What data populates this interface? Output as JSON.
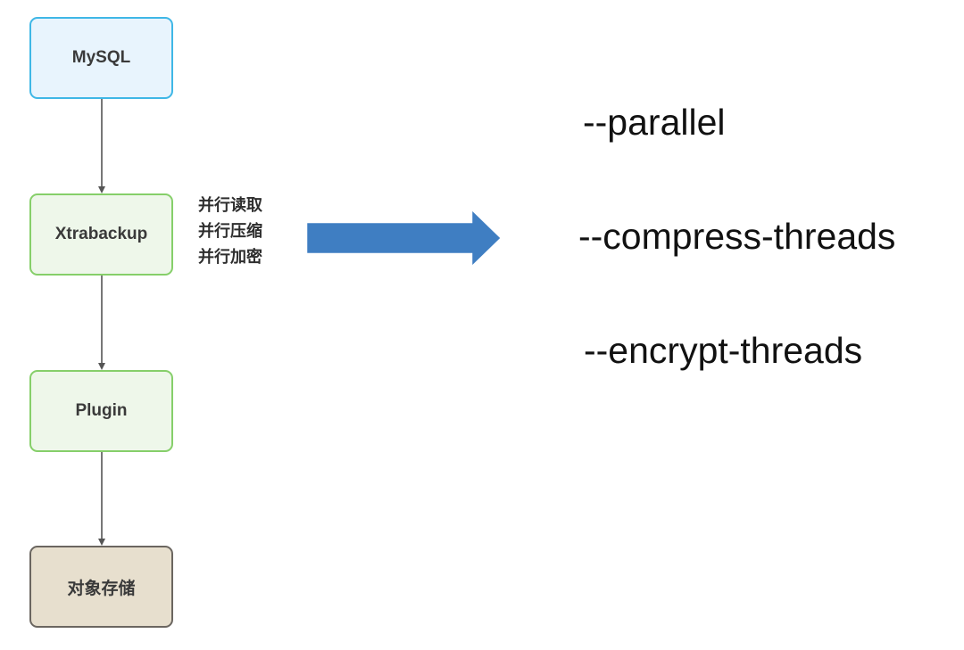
{
  "nodes": [
    {
      "id": "mysql",
      "label": "MySQL",
      "fill": "#e8f4fd",
      "stroke": "#3fb7e6"
    },
    {
      "id": "xtrabackup",
      "label": "Xtrabackup",
      "fill": "#eef7ea",
      "stroke": "#86cf6a"
    },
    {
      "id": "plugin",
      "label": "Plugin",
      "fill": "#eef7ea",
      "stroke": "#86cf6a"
    },
    {
      "id": "storage",
      "label": "对象存储",
      "fill": "#e7dfce",
      "stroke": "#6b6660"
    }
  ],
  "features": [
    "并行读取",
    "并行压缩",
    "并行加密"
  ],
  "params": [
    "--parallel",
    "--compress-threads",
    "--encrypt-threads"
  ],
  "colors": {
    "connector": "#555555",
    "big_arrow_fill": "#3f7ec2",
    "big_arrow_stroke": "#ffffff"
  }
}
